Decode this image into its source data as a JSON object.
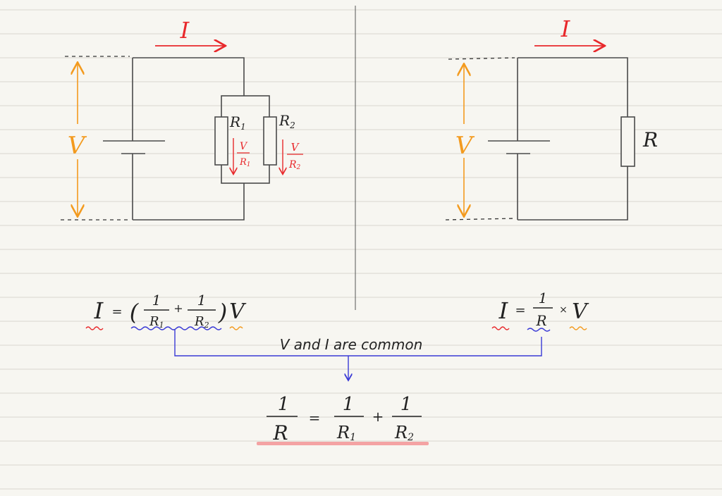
{
  "colors": {
    "paper": "#f7f6f1",
    "rule_line": "#d9d7cf",
    "wire": "#4a4a4a",
    "current": "#e8282b",
    "voltage": "#f39a1e",
    "blue": "#3a3ad6",
    "highlight": "#f4a3a3",
    "ink": "#222222"
  },
  "left_circuit": {
    "current_label": "I",
    "voltage_label": "V",
    "r1_label": "R",
    "r1_sub": "1",
    "r2_label": "R",
    "r2_sub": "2",
    "i1_num": "V",
    "i1_den": "R",
    "i1_den_sub": "1",
    "i2_num": "V",
    "i2_den": "R",
    "i2_den_sub": "2"
  },
  "right_circuit": {
    "current_label": "I",
    "voltage_label": "V",
    "r_label": "R"
  },
  "left_equation": {
    "lhs": "I",
    "eq": "=",
    "open_paren": "(",
    "close_paren": ")",
    "frac1_num": "1",
    "frac1_den": "R",
    "frac1_den_sub": "1",
    "plus": "+",
    "frac2_num": "1",
    "frac2_den": "R",
    "frac2_den_sub": "2",
    "v": "V"
  },
  "right_equation": {
    "lhs": "I",
    "eq": "=",
    "num": "1",
    "den": "R",
    "times": "×",
    "v": "V"
  },
  "connector_label": "V and I are common",
  "result_equation": {
    "lhs_num": "1",
    "lhs_den": "R",
    "eq": "=",
    "f1_num": "1",
    "f1_den": "R",
    "f1_den_sub": "1",
    "plus": "+",
    "f2_num": "1",
    "f2_den": "R",
    "f2_den_sub": "2"
  },
  "icons": [
    "arrow-right-icon",
    "arrow-down-icon",
    "double-arrow-icon",
    "battery-icon",
    "resistor-icon"
  ]
}
